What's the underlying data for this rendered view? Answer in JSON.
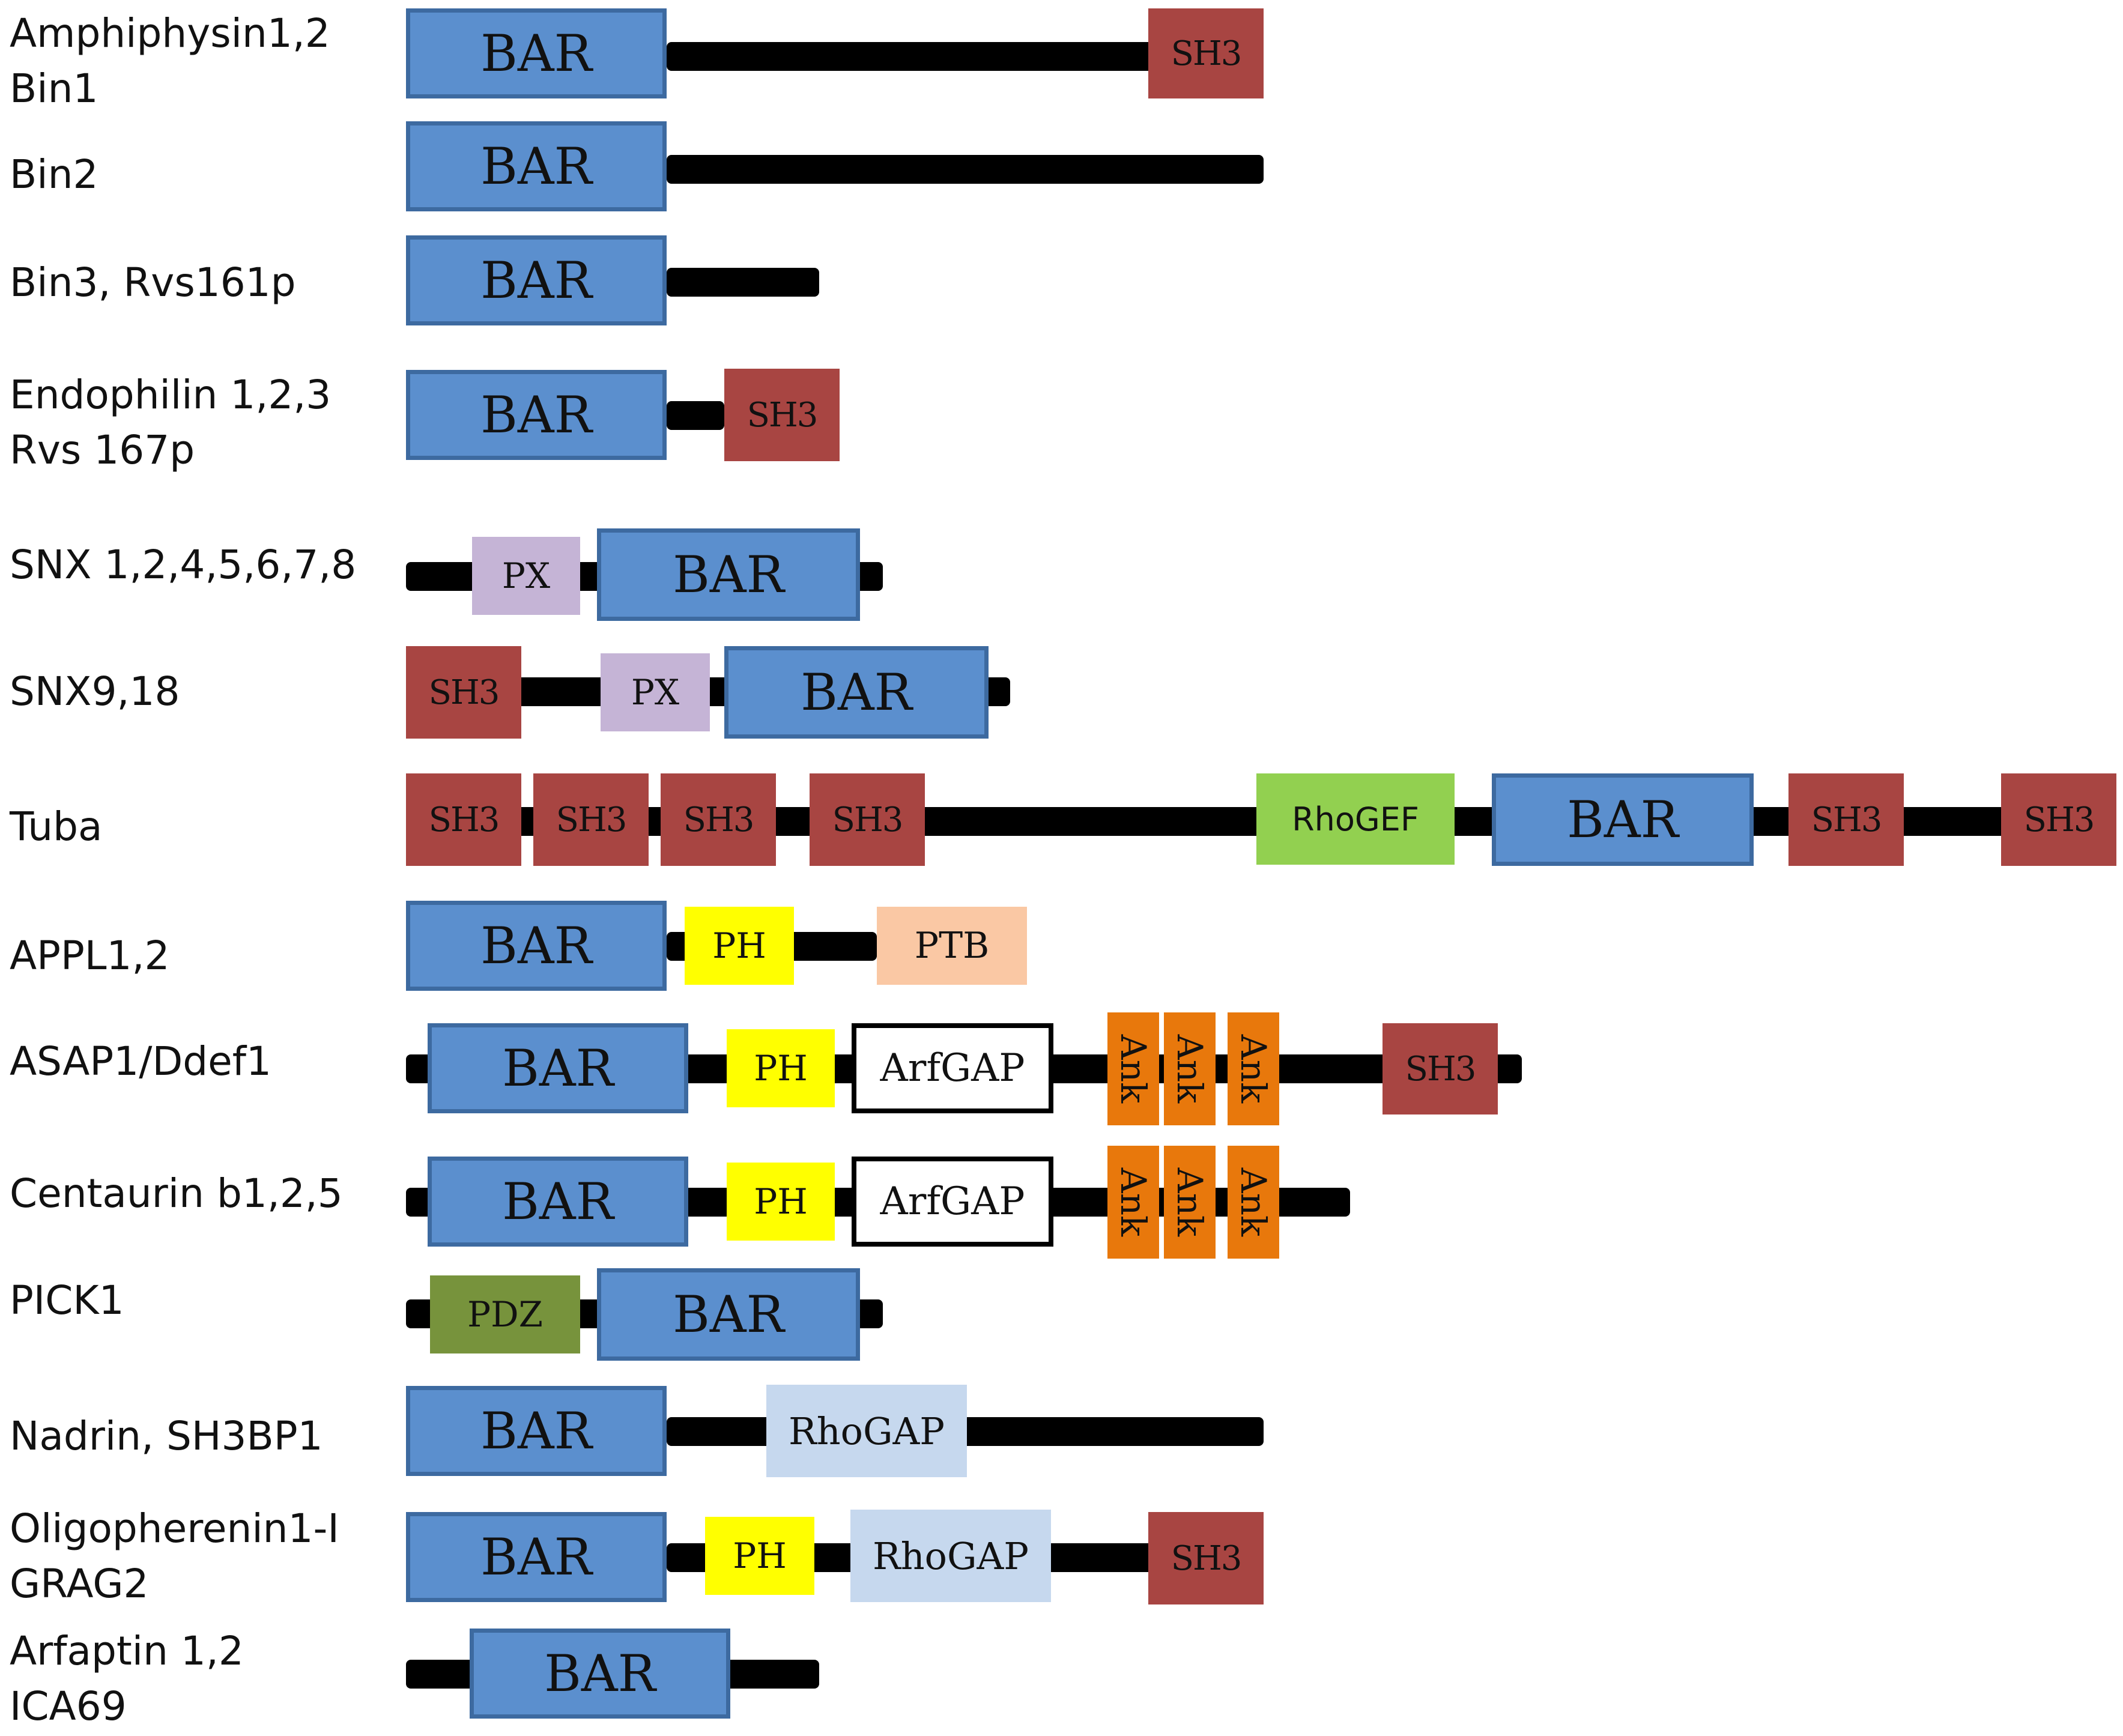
{
  "rows": [
    {
      "label": [
        "Amphiphysin1,2",
        "Bin1"
      ],
      "domains": [
        "BAR",
        "SH3"
      ]
    },
    {
      "label": [
        "Bin2"
      ],
      "domains": [
        "BAR"
      ]
    },
    {
      "label": [
        "Bin3, Rvs161p"
      ],
      "domains": [
        "BAR"
      ]
    },
    {
      "label": [
        "Endophilin 1,2,3",
        "Rvs 167p"
      ],
      "domains": [
        "BAR",
        "SH3"
      ]
    },
    {
      "label": [
        "SNX 1,2,4,5,6,7,8"
      ],
      "domains": [
        "PX",
        "BAR"
      ]
    },
    {
      "label": [
        "SNX9,18"
      ],
      "domains": [
        "SH3",
        "PX",
        "BAR"
      ]
    },
    {
      "label": [
        "Tuba"
      ],
      "domains": [
        "SH3",
        "SH3",
        "SH3",
        "SH3",
        "RhoGEF",
        "BAR",
        "SH3",
        "SH3"
      ]
    },
    {
      "label": [
        "APPL1,2"
      ],
      "domains": [
        "BAR",
        "PH",
        "PTB"
      ]
    },
    {
      "label": [
        "ASAP1/Ddef1"
      ],
      "domains": [
        "BAR",
        "PH",
        "ArfGAP",
        "Ank",
        "Ank",
        "Ank",
        "SH3"
      ]
    },
    {
      "label": [
        "Centaurin b1,2,5"
      ],
      "domains": [
        "BAR",
        "PH",
        "ArfGAP",
        "Ank",
        "Ank",
        "Ank"
      ]
    },
    {
      "label": [
        "PICK1"
      ],
      "domains": [
        "PDZ",
        "BAR"
      ]
    },
    {
      "label": [
        "Nadrin, SH3BP1"
      ],
      "domains": [
        "BAR",
        "RhoGAP"
      ]
    },
    {
      "label": [
        "Oligopherenin1-I",
        "GRAG2"
      ],
      "domains": [
        "BAR",
        "PH",
        "RhoGAP",
        "SH3"
      ]
    },
    {
      "label": [
        "Arfaptin 1,2",
        "ICA69"
      ],
      "domains": [
        "BAR"
      ]
    }
  ]
}
